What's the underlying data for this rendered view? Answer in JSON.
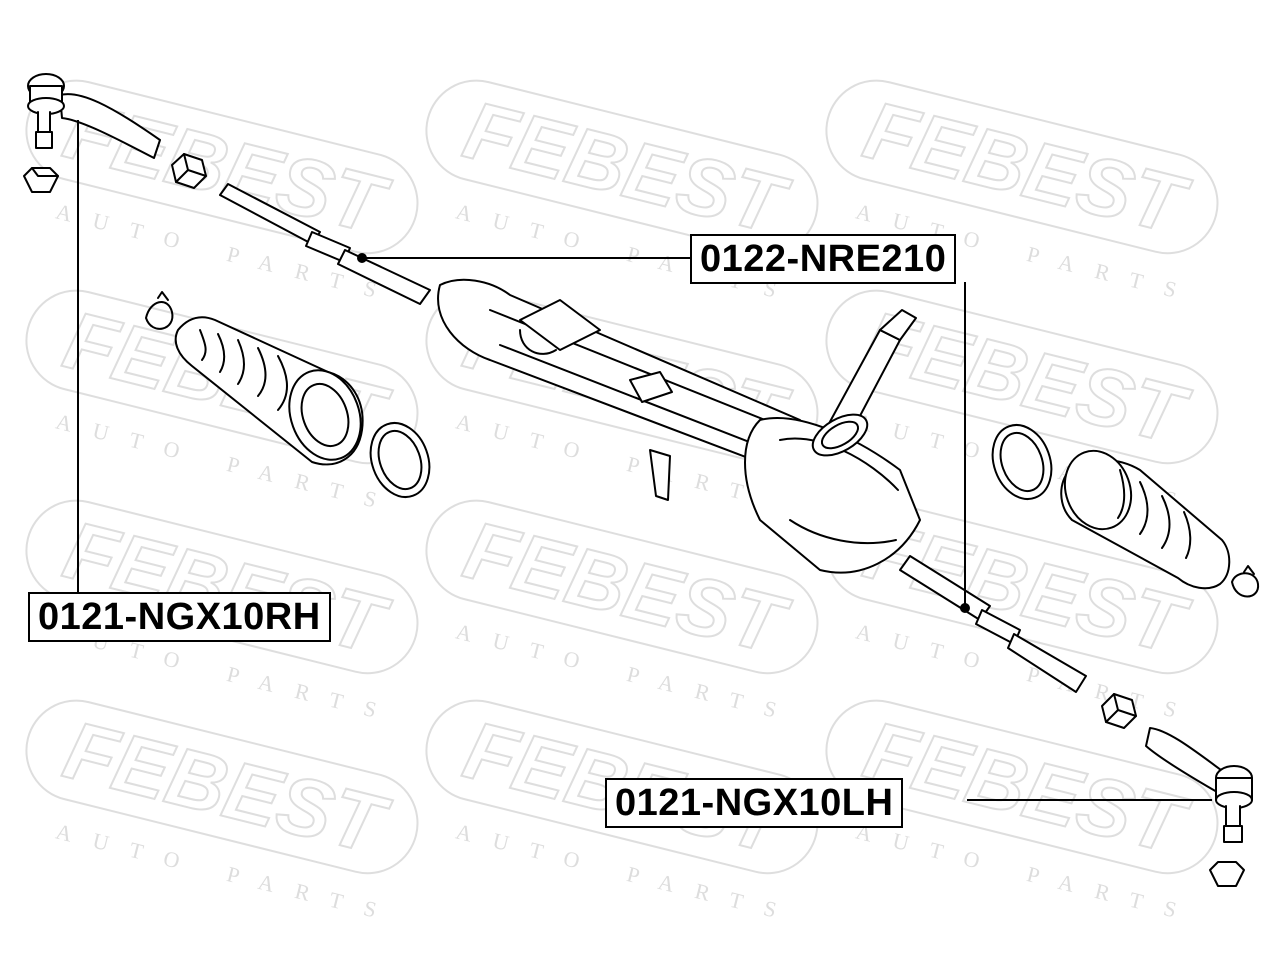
{
  "watermark": {
    "brand": "FEBEST",
    "tagline": "AUTO PARTS"
  },
  "parts": {
    "rack_and_pinion": "0122-NRE210",
    "tie_rod_end_right": "0121-NGX10RH",
    "tie_rod_end_left": "0121-NGX10LH"
  },
  "colors": {
    "line": "#000000",
    "watermark": "#e2e2e2"
  }
}
